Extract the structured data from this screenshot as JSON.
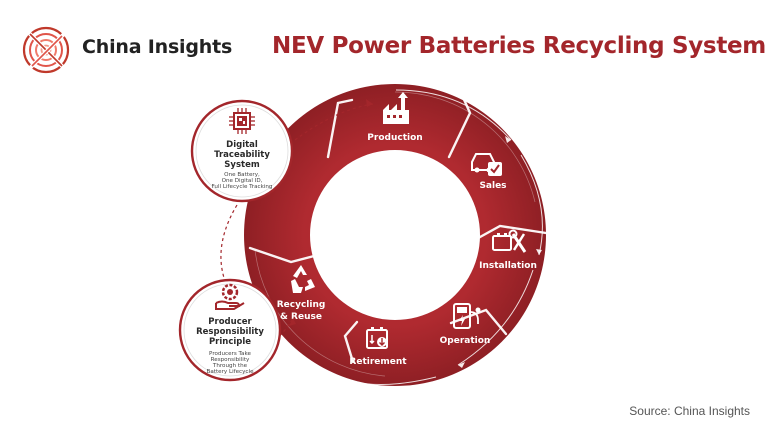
{
  "header": {
    "brand": "China Insights",
    "title": "NEV Power Batteries Recycling System",
    "logo_icon": "china-insights-logo",
    "brand_color": "#a3262b"
  },
  "diagram": {
    "stages": [
      {
        "label": "Production",
        "icon": "factory-icon"
      },
      {
        "label": "Sales",
        "icon": "car-check-icon"
      },
      {
        "label": "Installation",
        "icon": "battery-wrench-icon"
      },
      {
        "label": "Operation",
        "icon": "charging-station-icon"
      },
      {
        "label": "Retirement",
        "icon": "battery-down-icon"
      },
      {
        "label_line1": "Recycling",
        "label_line2": "& Reuse",
        "icon": "recycle-icon"
      }
    ],
    "callouts": [
      {
        "title_line1": "Digital",
        "title_line2": "Traceability",
        "title_line3": "System",
        "text_line1": "One Battery,",
        "text_line2": "One Digital ID,",
        "text_line3": "Full Lifecycle Tracking",
        "icon": "chip-icon"
      },
      {
        "title_line1": "Producer",
        "title_line2": "Responsibility",
        "title_line3": "Principle",
        "text_line1": "Producers Take",
        "text_line2": "Responsibility",
        "text_line3": "Through the",
        "text_line4": "Battery Lifecycle",
        "icon": "hand-gear-icon"
      }
    ],
    "ring_color": "#a3262b",
    "ring_dark": "#8e1f24"
  },
  "footer": {
    "source": "Source: China Insights"
  }
}
